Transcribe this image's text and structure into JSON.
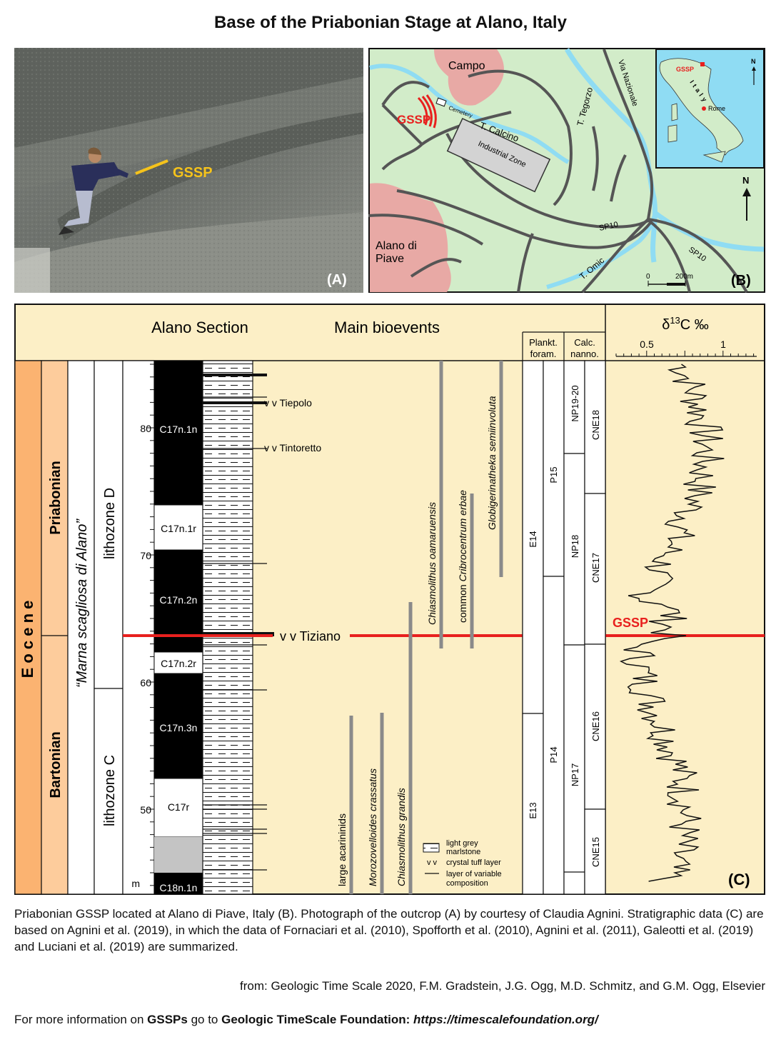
{
  "title": "Base of the Priabonian Stage at Alano, Italy",
  "panel_a": {
    "gssp_label": "GSSP",
    "panel_label": "(A)"
  },
  "panel_b": {
    "panel_label": "(B)",
    "places": {
      "campo": "Campo",
      "alano_1": "Alano di",
      "alano_2": "Piave",
      "industrial": "Industrial Zone",
      "cemetery": "Cemetery",
      "gssp": "GSSP"
    },
    "rivers": {
      "calcino": "T. Calcino",
      "tegorzo": "T. Tegorzo",
      "omic": "T. Omic"
    },
    "roads": {
      "via_nazionale": "Via Nazionale",
      "sp10_a": "SP10",
      "sp10_b": "SP10"
    },
    "inset": {
      "gssp": "GSSP",
      "italy": "Italy",
      "rome": "Rome",
      "north": "N"
    },
    "north": "N",
    "scale": {
      "zero": "0",
      "dist": "200m"
    }
  },
  "panel_c": {
    "panel_label": "(C)",
    "header": {
      "alano_section": "Alano Section",
      "main_bioevents": "Main bioevents",
      "plankt_1": "Plankt.",
      "plankt_2": "foram.",
      "calc_1": "Calc.",
      "calc_2": "nanno.",
      "d13c_prefix": "δ",
      "d13c_sup": "13",
      "d13c_suffix": "C ‰",
      "d13c_ticks": [
        "0.5",
        "1"
      ]
    },
    "era": "E o c e n e",
    "stages": {
      "upper": "Priabonian",
      "lower": "Bartonian"
    },
    "formation": "“Marna scagliosa di Alano”",
    "lithozones": {
      "upper": "lithozone D",
      "lower": "lithozone C"
    },
    "depth_ticks": [
      "80",
      "70",
      "60",
      "50"
    ],
    "depth_unit": "m",
    "chrons": [
      "C17n.1n",
      "C17n.1r",
      "C17n.2n",
      "C17n.2r",
      "C17n.3n",
      "C17r",
      "C18n.1n"
    ],
    "tuffs": {
      "tiepolo": "v v Tiepolo",
      "tintoretto": "v v Tintoretto",
      "tiziano": "v v Tiziano"
    },
    "bioevents": {
      "acarininids": "large acarininids",
      "morozovelloides": "Morozovelloides crassatus",
      "grandis": "Chiasmolithus grandis",
      "oamaruensis": "Chiasmolithus oamaruensis",
      "cribro_common": "common",
      "cribro_name": "Cribrocentrum erbae",
      "globigerinatheka": "Globigerinatheka semiinvoluta"
    },
    "legend": {
      "marl_1": "light grey",
      "marl_2": "marlstone",
      "tuff_symbol": "v v",
      "tuff": "crystal tuff layer",
      "variable_1": "layer of variable",
      "variable_2": "composition"
    },
    "foram_zones": [
      "E14",
      "E13",
      "P15",
      "P14"
    ],
    "nanno_zones": [
      "NP19-20",
      "NP18",
      "NP17",
      "CNE18",
      "CNE17",
      "CNE16",
      "CNE15"
    ],
    "gssp_label": "GSSP"
  },
  "caption": "Priabonian GSSP located at Alano di Piave, Italy (B). Photograph of the outcrop (A) by courtesy of Claudia Agnini. Stratigraphic data (C) are based on Agnini et al. (2019), in which the data of Fornaciari et al. (2010), Spofforth et al. (2010), Agnini et al. (2011), Galeotti et al. (2019) and Luciani et al. (2019) are summarized.",
  "source": "from: Geologic Time Scale 2020, F.M. Gradstein, J.G. Ogg, M.D. Schmitz, and G.M. Ogg, Elsevier",
  "more_info": {
    "prefix": "For more information on ",
    "gssps": "GSSPs",
    "middle": " go to ",
    "foundation": "Geologic TimeScale Foundation:",
    "url": " https://timescalefoundation.org/"
  },
  "colors": {
    "panel_bg": "#fcefc6",
    "era": "#fbb371",
    "stage": "#fdcc9c",
    "gssp": "#e8201e",
    "river": "#8fdcf3",
    "land": "#d2ecc9",
    "town": "#e8a9a5",
    "tick_yellow": "#f5c31b"
  }
}
